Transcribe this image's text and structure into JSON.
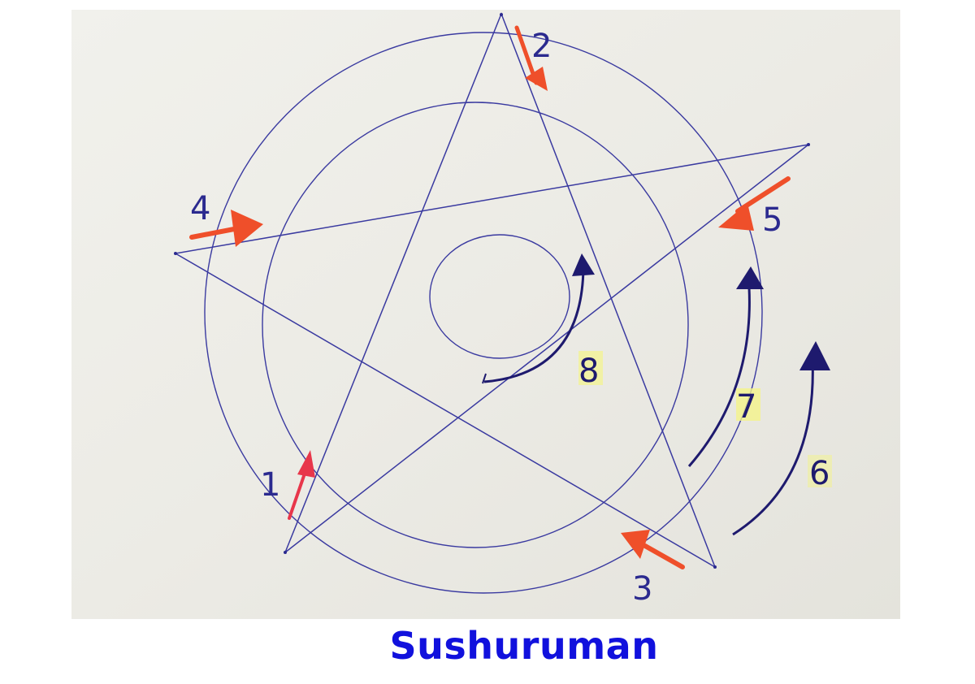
{
  "title": "Sushuruman",
  "labels": {
    "n1": "1",
    "n2": "2",
    "n3": "3",
    "n4": "4",
    "n5": "5",
    "n6": "6",
    "n7": "7",
    "n8": "8"
  },
  "colors": {
    "ink_blue": "#2b2a8f",
    "ink_navy": "#1e1a6e",
    "marker_orange": "#ef4f2a",
    "marker_red": "#e8364a",
    "highlight_yellow": "#f4f48a",
    "title_blue": "#1111dd",
    "paper": "#eeeeea"
  }
}
